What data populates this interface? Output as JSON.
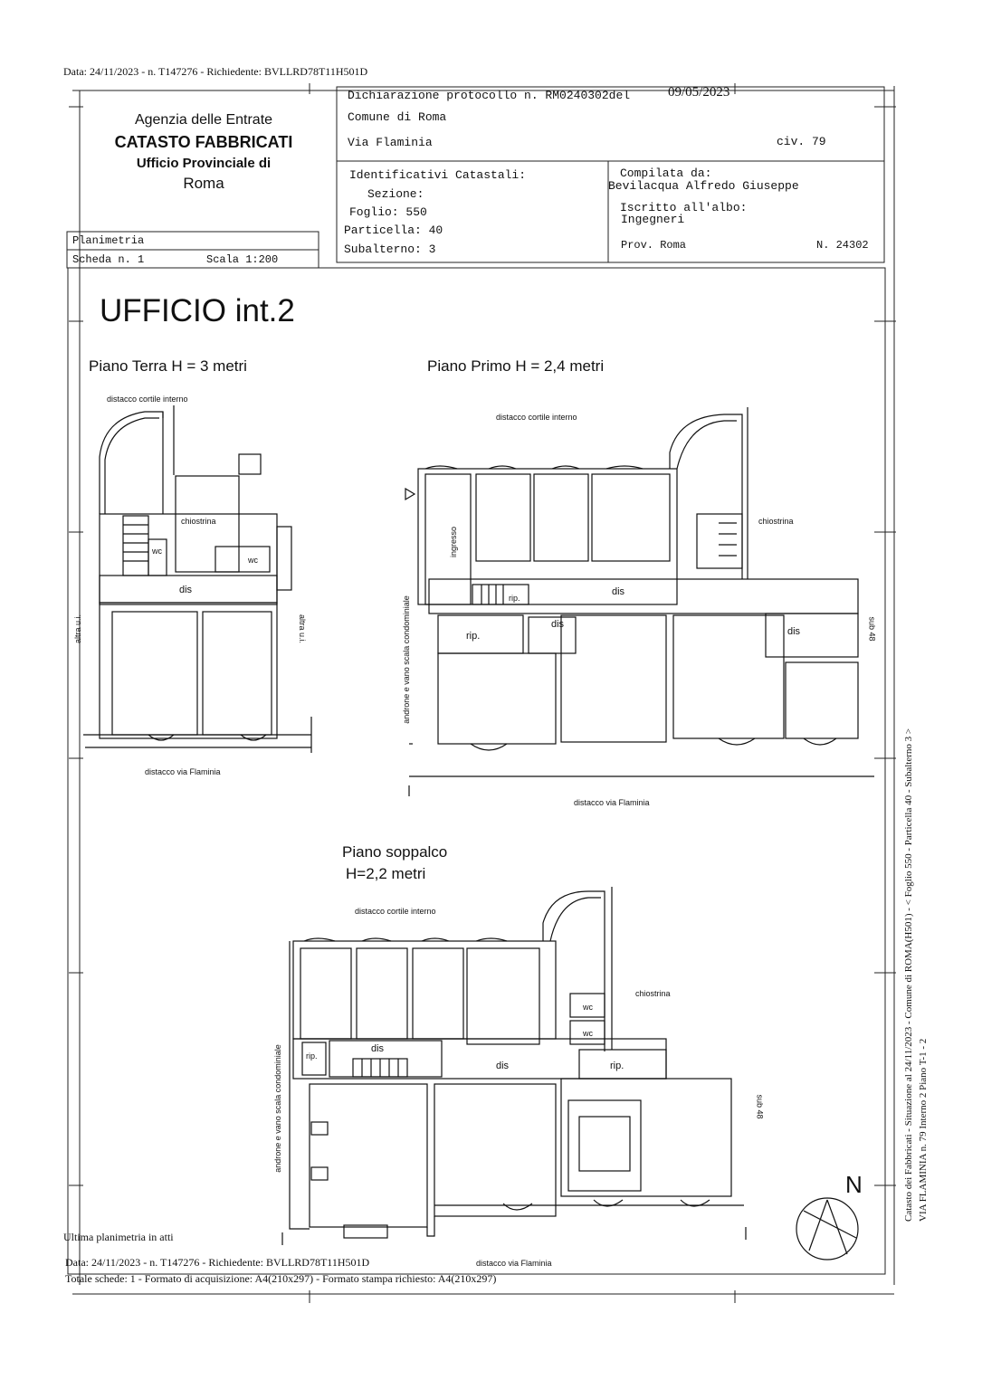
{
  "top_meta": "Data: 24/11/2023 - n. T147276 - Richiedente: BVLLRD78T11H501D",
  "agency": {
    "line1": "Agenzia delle Entrate",
    "line2": "CATASTO FABBRICATI",
    "line3": "Ufficio Provinciale di",
    "line4": "Roma"
  },
  "declaration": {
    "protocol": "Dichiarazione protocollo n. RM0240302del",
    "date": "09/05/2023",
    "comune": "Comune di Roma",
    "street": "Via Flaminia",
    "civ": "civ. 79"
  },
  "identifiers": {
    "heading": "Identificativi Catastali:",
    "sezione": "Sezione:",
    "foglio": "Foglio: 550",
    "particella": "Particella: 40",
    "subalterno": "Subalterno: 3"
  },
  "compiler": {
    "label": "Compilata da:",
    "name": "Bevilacqua Alfredo Giuseppe",
    "albo_label": "Iscritto all'albo:",
    "albo": "Ingegneri",
    "prov": "Prov. Roma",
    "number": "N. 24302"
  },
  "sheet": {
    "type": "Planimetria",
    "scheda": "Scheda n. 1",
    "scala": "Scala 1:200"
  },
  "main_title": "UFFICIO int.2",
  "floors": {
    "terra": {
      "title": "Piano Terra H = 3 metri",
      "top_label": "distacco cortile interno",
      "bottom_label": "distacco via Flaminia",
      "rooms": [
        "chiostrina",
        "wc",
        "wc",
        "dis"
      ],
      "side_left": "altra u.i.",
      "side_right": "altra u.i."
    },
    "primo": {
      "title": "Piano Primo H = 2,4 metri",
      "top_label": "distacco cortile interno",
      "bottom_label": "distacco via Flaminia",
      "rooms": [
        "ingresso",
        "rip.",
        "dis",
        "chiostrina",
        "rip.",
        "dis",
        "dis"
      ],
      "side_left": "androne e vano scala condominiale",
      "side_right": "sub 48"
    },
    "soppalco": {
      "title_line1": "Piano soppalco",
      "title_line2": "H=2,2 metri",
      "top_label": "distacco cortile interno",
      "bottom_label": "distacco via Flaminia",
      "rooms": [
        "chiostrina",
        "wc",
        "wc",
        "rip.",
        "dis",
        "dis",
        "rip."
      ],
      "side_left": "androne e vano scala condominiale",
      "side_right": "sub 48"
    }
  },
  "north": "N",
  "side_text": {
    "line1": "Catasto dei Fabbricati - Situazione al 24/11/2023 - Comune di ROMA(H501) - < Foglio 550 - Particella 40 - Subalterno 3 >",
    "line2": "VIA FLAMINIA n. 79  Interno 2 Piano T-1 - 2"
  },
  "footer": {
    "last_plan": "Ultima planimetria in atti",
    "meta": "Data: 24/11/2023 - n. T147276 - Richiedente: BVLLRD78T11H501D",
    "formats": "Totale schede: 1 - Formato di acquisizione: A4(210x297) - Formato stampa richiesto: A4(210x297)"
  }
}
